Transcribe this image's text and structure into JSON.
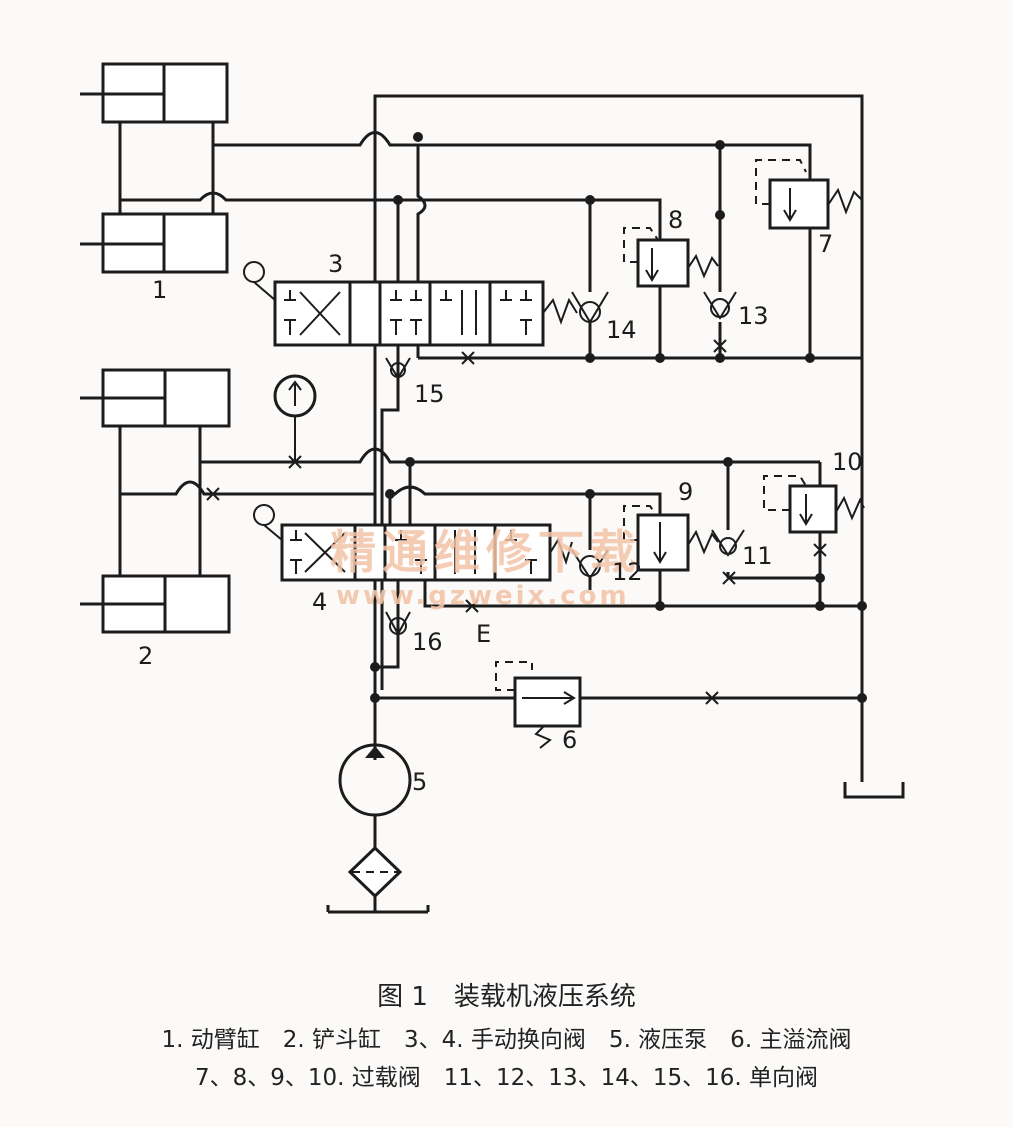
{
  "figure": {
    "labels": {
      "n1": "1",
      "n2": "2",
      "n3": "3",
      "n4": "4",
      "n5": "5",
      "n6": "6",
      "n7": "7",
      "n8": "8",
      "n9": "9",
      "n10": "10",
      "n11": "11",
      "n12": "12",
      "n13": "13",
      "n14": "14",
      "n15": "15",
      "n16": "16",
      "e": "E"
    },
    "watermark": {
      "cn": "精通维修下载",
      "url": "www.gzweix.com"
    }
  },
  "caption": {
    "title": "图 1　装载机液压系统",
    "line1": "1. 动臂缸　2. 铲斗缸　3、4. 手动换向阀　5. 液压泵　6. 主溢流阀",
    "line2": "7、8、9、10. 过载阀　11、12、13、14、15、16. 单向阀"
  }
}
